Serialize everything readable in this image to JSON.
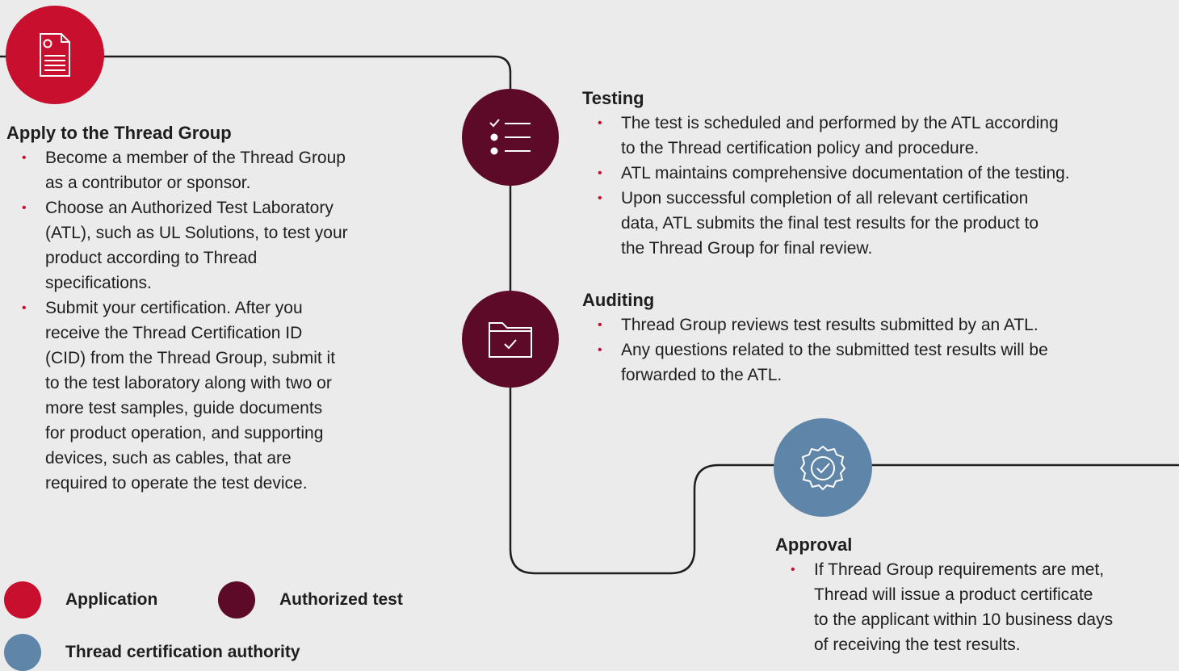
{
  "colors": {
    "application": "#c8102e",
    "authorized_test": "#5c0a27",
    "authority": "#5f86a8",
    "bullet": "#c8102e",
    "line": "#1e1e1e",
    "background": "#ebebeb"
  },
  "nodes": [
    {
      "id": "apply",
      "icon": "document-icon",
      "category": "application"
    },
    {
      "id": "testing",
      "icon": "checklist-icon",
      "category": "authorized_test"
    },
    {
      "id": "auditing",
      "icon": "folder-check-icon",
      "category": "authorized_test"
    },
    {
      "id": "approval",
      "icon": "certified-badge-icon",
      "category": "authority"
    }
  ],
  "apply": {
    "title": "Apply to the Thread Group",
    "bullets": [
      [
        "Become a member of the Thread Group",
        "as a contributor or sponsor."
      ],
      [
        "Choose an Authorized Test Laboratory",
        "(ATL), such as UL Solutions, to test your",
        "product according to Thread",
        "specifications."
      ],
      [
        "Submit your certification. After you",
        "receive the Thread Certification ID",
        "(CID) from the Thread Group, submit it",
        "to the test laboratory along with two or",
        "more test samples, guide documents",
        "for product operation, and supporting",
        "devices, such as cables, that are",
        "required to operate the test device."
      ]
    ]
  },
  "testing": {
    "title": "Testing",
    "bullets": [
      [
        "The test is scheduled and performed by the ATL according",
        "to the Thread certification policy and procedure."
      ],
      [
        "ATL maintains comprehensive documentation of the testing."
      ],
      [
        "Upon successful completion of all relevant certification",
        "data, ATL submits the final test results for the product to",
        "the Thread Group for final review."
      ]
    ]
  },
  "auditing": {
    "title": "Auditing",
    "bullets": [
      [
        "Thread Group reviews test results submitted by an ATL."
      ],
      [
        "Any questions related to the submitted test results will be",
        "forwarded to the ATL."
      ]
    ]
  },
  "approval": {
    "title": "Approval",
    "bullets": [
      [
        "If Thread Group requirements are met,",
        "Thread will issue a product certificate",
        "to the applicant within 10 business days",
        "of receiving the test results."
      ]
    ]
  },
  "legend": {
    "application": "Application",
    "authorized_test": "Authorized test",
    "authority": "Thread certification authority"
  },
  "bullet_glyph": "•"
}
